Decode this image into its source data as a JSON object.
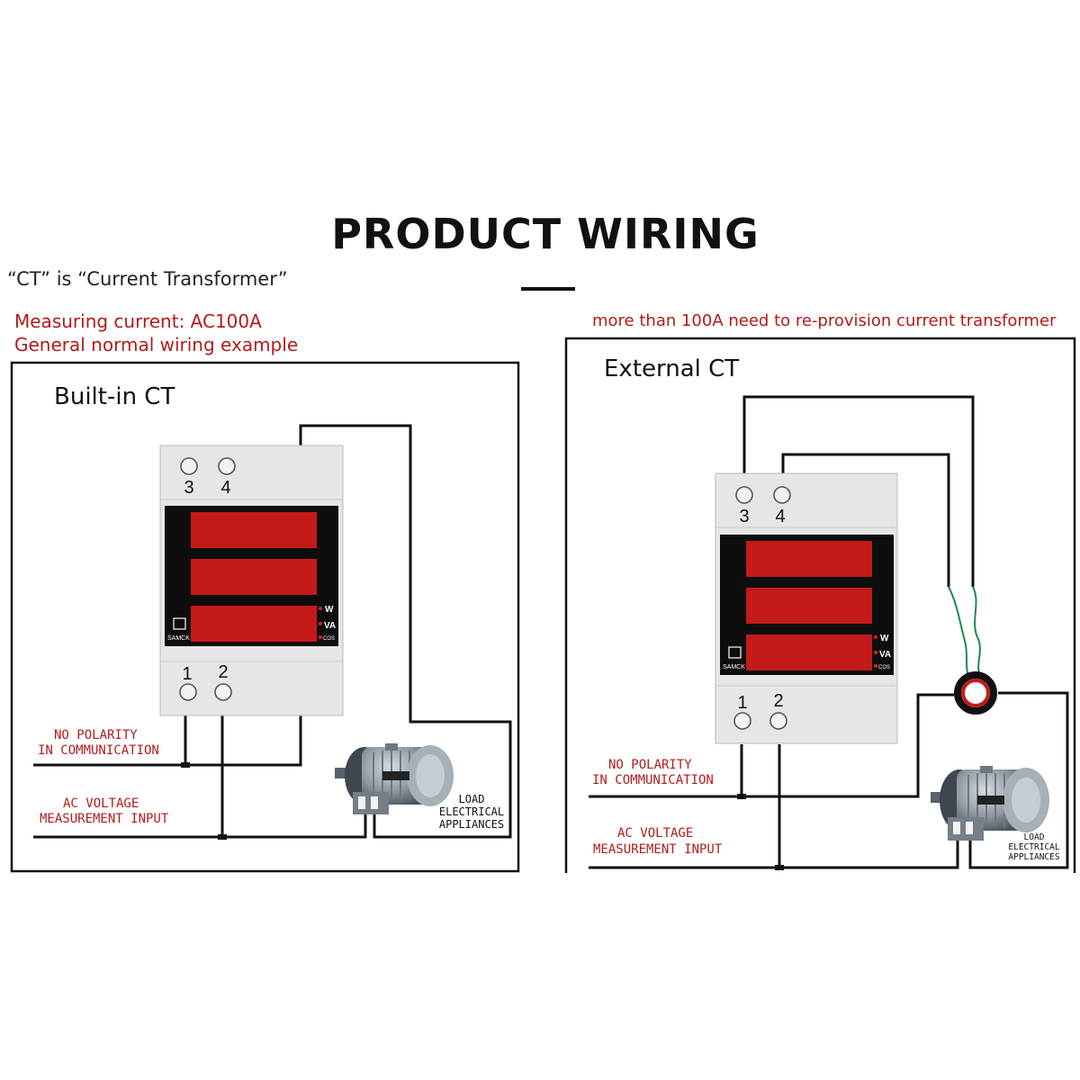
{
  "title": "PRODUCT WIRING",
  "ct_note": "“CT” is “Current Transformer”",
  "left": {
    "measuring": "Measuring current: AC100A",
    "example": "General normal wiring example",
    "panel_label": "Built-in CT",
    "terminals_top": [
      "3",
      "4"
    ],
    "terminals_bottom": [
      "1",
      "2"
    ],
    "indicators": [
      "W",
      "VA",
      "COS"
    ],
    "brand": "SAMCK",
    "no_polarity": [
      "NO POLARITY",
      "IN COMMUNICATION"
    ],
    "ac_voltage": [
      "AC VOLTAGE",
      "MEASUREMENT INPUT"
    ],
    "load": [
      "LOAD",
      "ELECTRICAL",
      "APPLIANCES"
    ]
  },
  "right": {
    "note": "more than 100A need to re-provision current transformer",
    "panel_label": "External CT",
    "terminals_top": [
      "3",
      "4"
    ],
    "terminals_bottom": [
      "1",
      "2"
    ],
    "indicators": [
      "W",
      "VA",
      "COS"
    ],
    "brand": "SAMCK",
    "no_polarity": [
      "NO POLARITY",
      "IN COMMUNICATION"
    ],
    "ac_voltage": [
      "AC VOLTAGE",
      "MEASUREMENT INPUT"
    ],
    "load": [
      "LOAD",
      "ELECTRICAL",
      "APPLIANCES"
    ]
  },
  "colors": {
    "accent_red": "#b11b1b",
    "display_red": "#c41a1a",
    "meter_body": "#e6e6e6",
    "wire": "#111111",
    "ct_wire": "#1f8a4c"
  }
}
